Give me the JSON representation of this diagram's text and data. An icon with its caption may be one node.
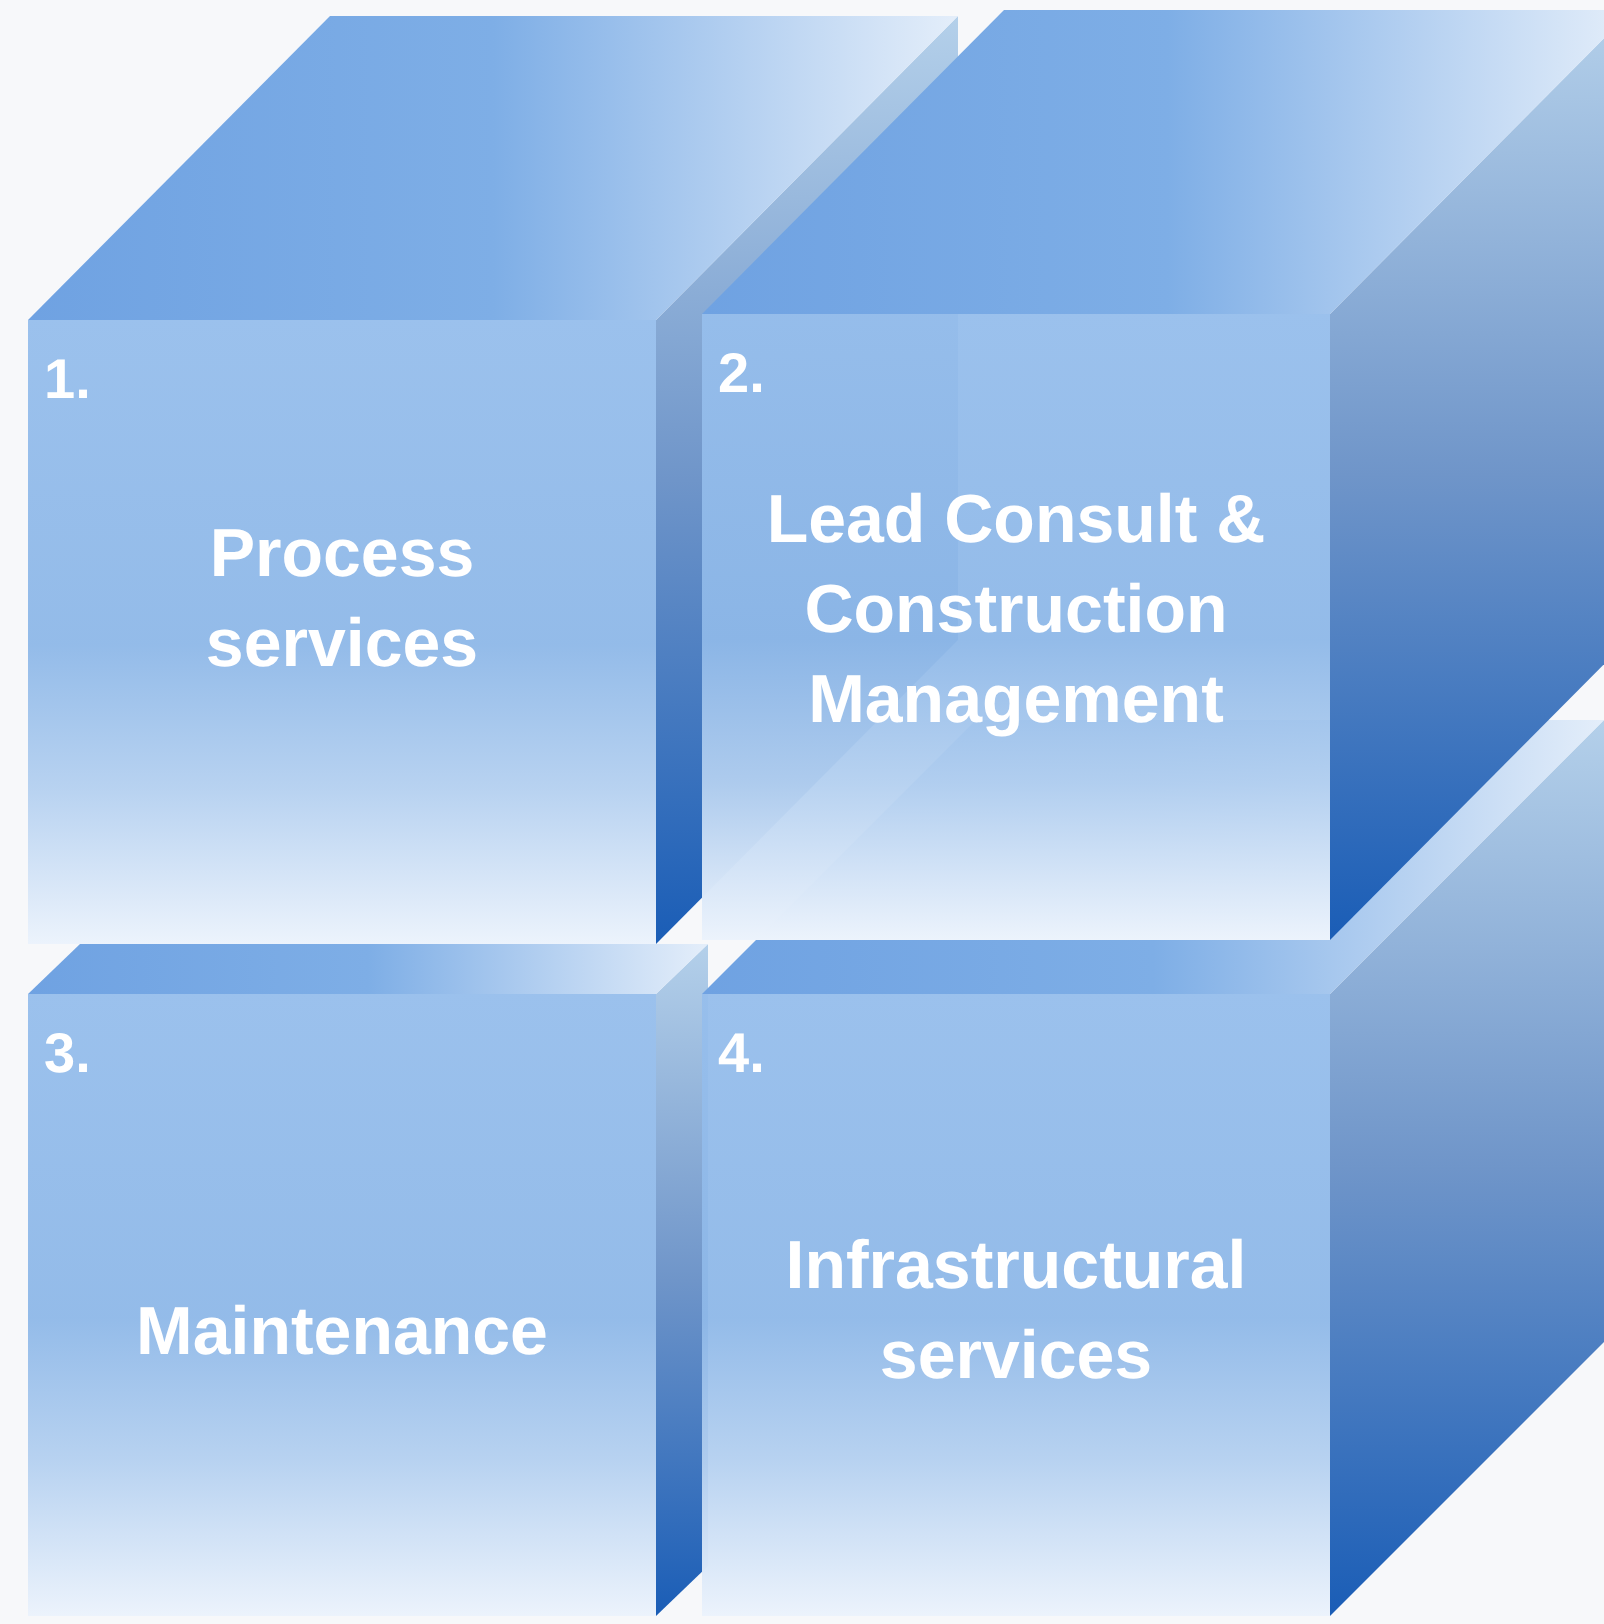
{
  "diagram": {
    "nodes": [
      {
        "text": [
          "1.",
          "Process services"
        ]
      },
      {
        "text": [
          "2.",
          "Lead Consult & Construction Management"
        ]
      },
      {
        "text": [
          "3.",
          "Maintenance"
        ]
      },
      {
        "text": [
          "4.",
          "Infrastructural services"
        ]
      }
    ]
  }
}
